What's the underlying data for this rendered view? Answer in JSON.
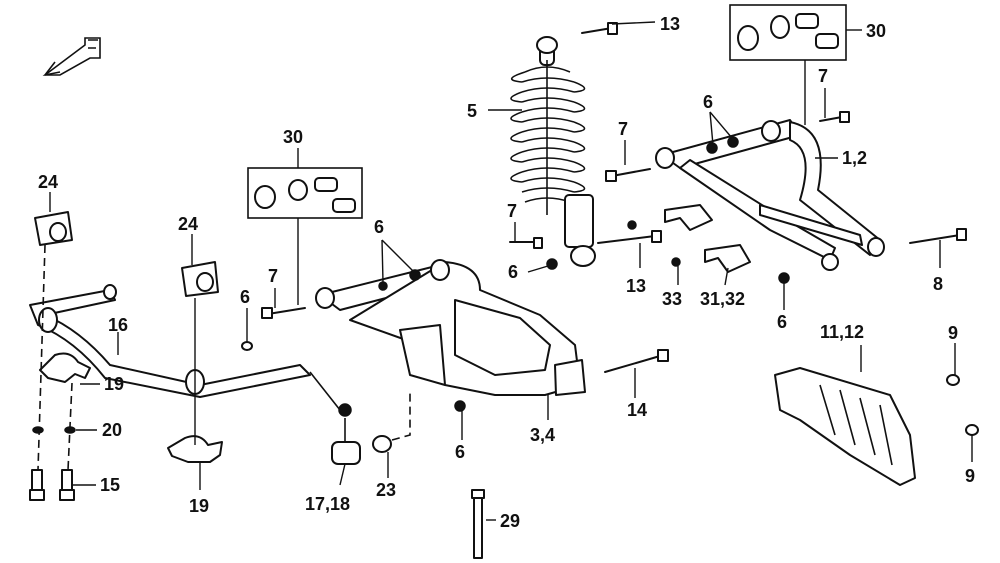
{
  "title": "",
  "colors": {
    "line": "#111111",
    "background": "#ffffff"
  },
  "orientation_icon": "front-direction-arrow-icon",
  "callouts": {
    "c1_2": "1,2",
    "c3_4": "3,4",
    "c5": "5",
    "c6_a": "6",
    "c6_b": "6",
    "c6_c": "6",
    "c6_d": "6",
    "c6_e": "6",
    "c6_f": "6",
    "c7_a": "7",
    "c7_b": "7",
    "c7_c": "7",
    "c7_d": "7",
    "c8": "8",
    "c9_a": "9",
    "c9_b": "9",
    "c11_12": "11,12",
    "c13_a": "13",
    "c13_b": "13",
    "c14": "14",
    "c15": "15",
    "c16": "16",
    "c17_18": "17,18",
    "c19_a": "19",
    "c19_b": "19",
    "c20": "20",
    "c23": "23",
    "c24_a": "24",
    "c24_b": "24",
    "c29": "29",
    "c30_a": "30",
    "c30_b": "30",
    "c31_32": "31,32",
    "c33": "33"
  }
}
